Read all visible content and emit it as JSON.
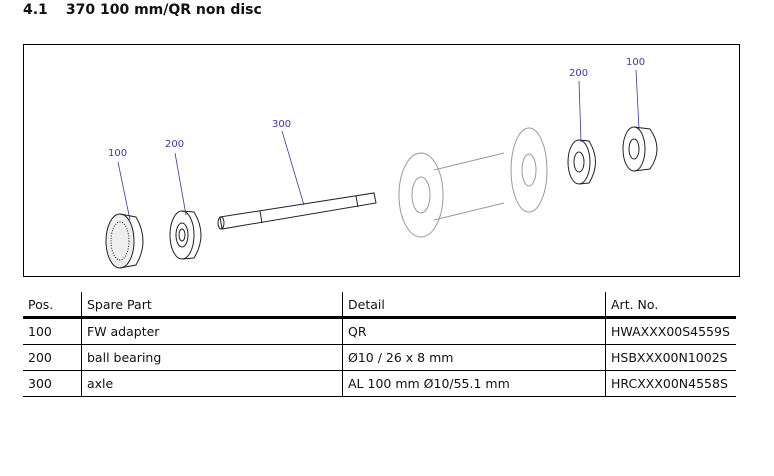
{
  "section": {
    "number": "4.1",
    "title": "370 100 mm/QR non disc"
  },
  "figure": {
    "callouts": [
      "100",
      "200",
      "300",
      "200",
      "100"
    ]
  },
  "table": {
    "headers": [
      "Pos.",
      "Spare Part",
      "Detail",
      "Art. No."
    ],
    "rows": [
      [
        "100",
        "FW adapter",
        "QR",
        "HWAXXX00S4559S"
      ],
      [
        "200",
        "ball bearing",
        "Ø10 / 26 x 8 mm",
        "HSBXXX00N1002S"
      ],
      [
        "300",
        "axle",
        "AL 100 mm Ø10/55.1 mm",
        "HRCXXX00N4558S"
      ]
    ]
  }
}
